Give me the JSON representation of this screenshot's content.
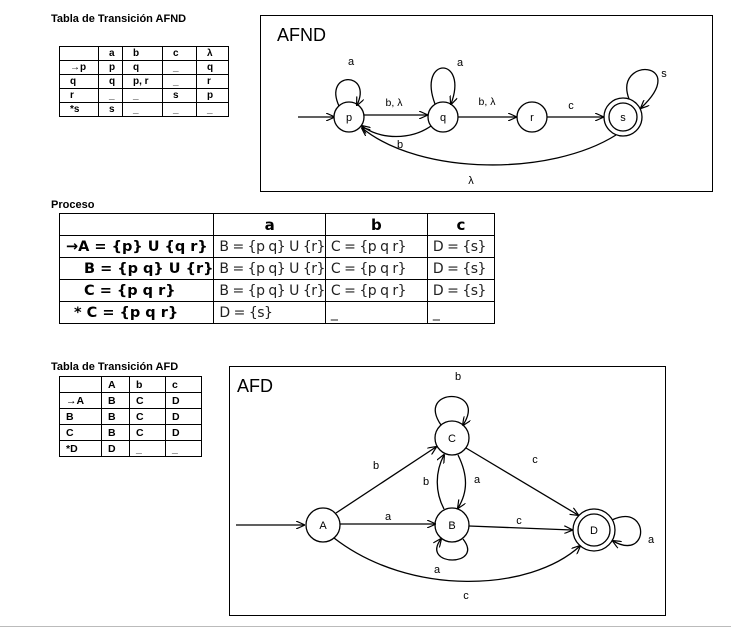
{
  "afnd_section": {
    "title": "Tabla de Transición  AFND",
    "table": {
      "header": [
        "",
        "a",
        "b",
        "c",
        "λ"
      ],
      "rows": [
        [
          "→p",
          "p",
          "q",
          "_",
          "q"
        ],
        [
          "q",
          "q",
          "p, r",
          "_",
          "r"
        ],
        [
          "r",
          "_",
          "_",
          "s",
          "p"
        ],
        [
          "*s",
          "s",
          "_",
          "_",
          "_"
        ]
      ]
    },
    "diagram": {
      "label": "AFND",
      "states": [
        "p",
        "q",
        "r",
        "s"
      ],
      "edge_labels": {
        "p_loop": "a",
        "q_loop": "a",
        "s_loop": "s",
        "p_to_q": "b, λ",
        "q_to_r": "b, λ",
        "r_to_s": "c",
        "q_to_p": "b",
        "s_to_p": "λ"
      }
    }
  },
  "proceso": {
    "title": "Proceso",
    "header": [
      "",
      "a",
      "b",
      "c"
    ],
    "rows": [
      [
        "→A = {p} U {q r}",
        "B = {p q} U {r}",
        "C = {p q r}",
        "D = {s}"
      ],
      [
        "B = {p q} U {r}",
        "B = {p q} U {r}",
        "C = {p q r}",
        "D = {s}"
      ],
      [
        "C = {p q r}",
        "B = {p q} U {r}",
        "C = {p q r}",
        "D = {s}"
      ],
      [
        "* C = {p q r}",
        "D = {s}",
        "_",
        "_"
      ]
    ]
  },
  "afd_section": {
    "title": "Tabla de Transición  AFD",
    "table": {
      "header": [
        "",
        "A",
        "b",
        "c"
      ],
      "rows": [
        [
          "→A",
          "B",
          "C",
          "D"
        ],
        [
          "B",
          "B",
          "C",
          "D"
        ],
        [
          "C",
          "B",
          "C",
          "D"
        ],
        [
          "*D",
          "D",
          "_",
          "_"
        ]
      ]
    },
    "diagram": {
      "label": "AFD",
      "states": [
        "A",
        "B",
        "C",
        "D"
      ],
      "edge_labels": {
        "C_loop": "b",
        "B_loop": "a",
        "D_loop": "a",
        "A_to_C": "b",
        "A_to_B": "a",
        "C_to_B": "a",
        "B_to_C": "b",
        "C_to_D": "c",
        "B_to_D": "c",
        "A_to_D": "c"
      }
    }
  }
}
